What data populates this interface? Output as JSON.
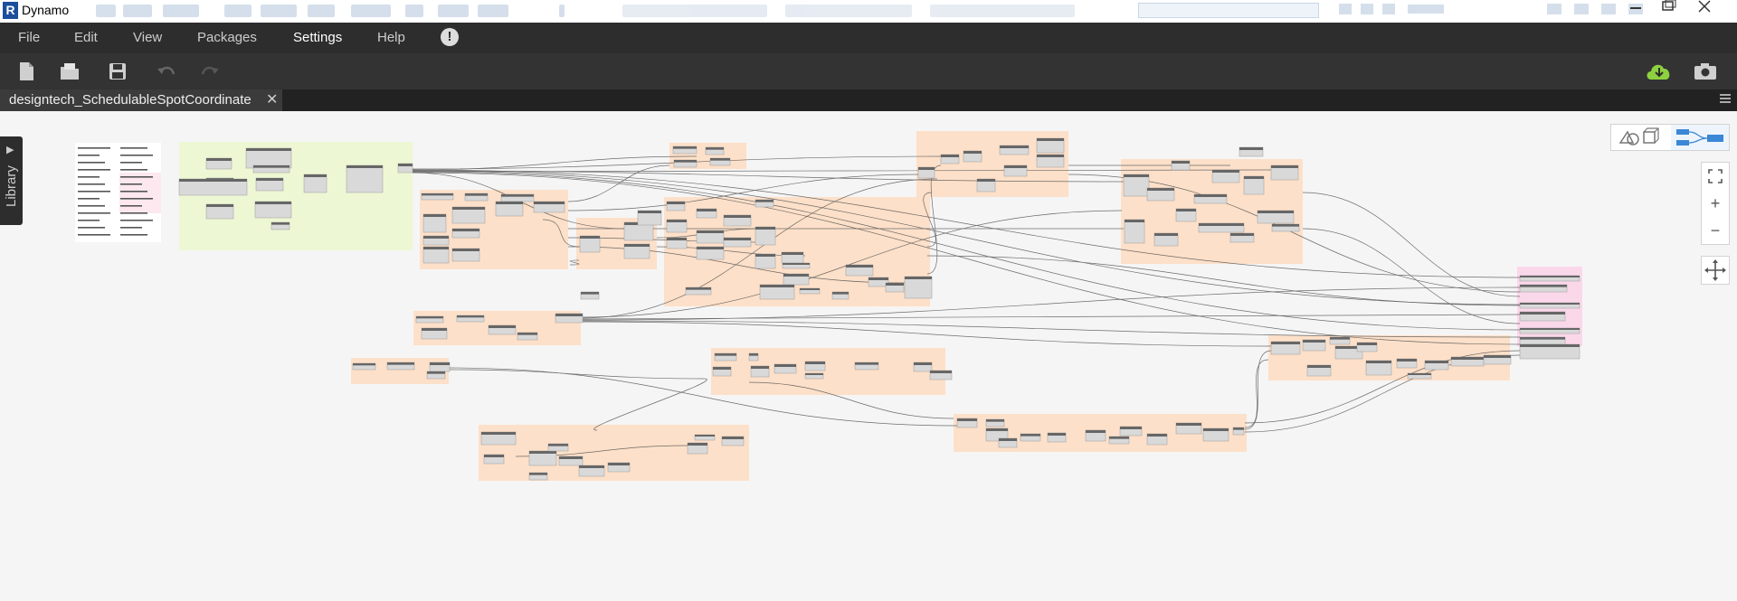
{
  "window": {
    "logo_letter": "R",
    "title": "Dynamo"
  },
  "menu": {
    "items": [
      "File",
      "Edit",
      "View",
      "Packages",
      "Settings",
      "Help"
    ],
    "active": "Settings",
    "info_icon": "!"
  },
  "toolbar": {
    "icons": [
      "new-file-icon",
      "open-file-icon",
      "save-icon",
      "undo-icon",
      "redo-icon"
    ],
    "right_icons": [
      "cloud-download-icon",
      "camera-icon"
    ],
    "accent": "#8ed13f"
  },
  "tab": {
    "name": "designtech_SchedulableSpotCoordinate",
    "close_glyph": "✕"
  },
  "library": {
    "label": "Library",
    "arrow": "▶"
  },
  "canvas": {
    "background": "#f5f5f5",
    "group_color": "#fde0c9",
    "note_group_color": "#eef7d4",
    "output_group_color": "#fbd7ea",
    "node_header_color": "#666666",
    "node_body_color": "#d9d9d9"
  },
  "controls": {
    "zoom_in": "+",
    "zoom_out": "−",
    "fit_icon": "fit-view-icon",
    "pan_icon": "pan-icon",
    "geometry_view_icon": "geometry-view-icon",
    "graph_view_icon": "graph-view-icon"
  }
}
